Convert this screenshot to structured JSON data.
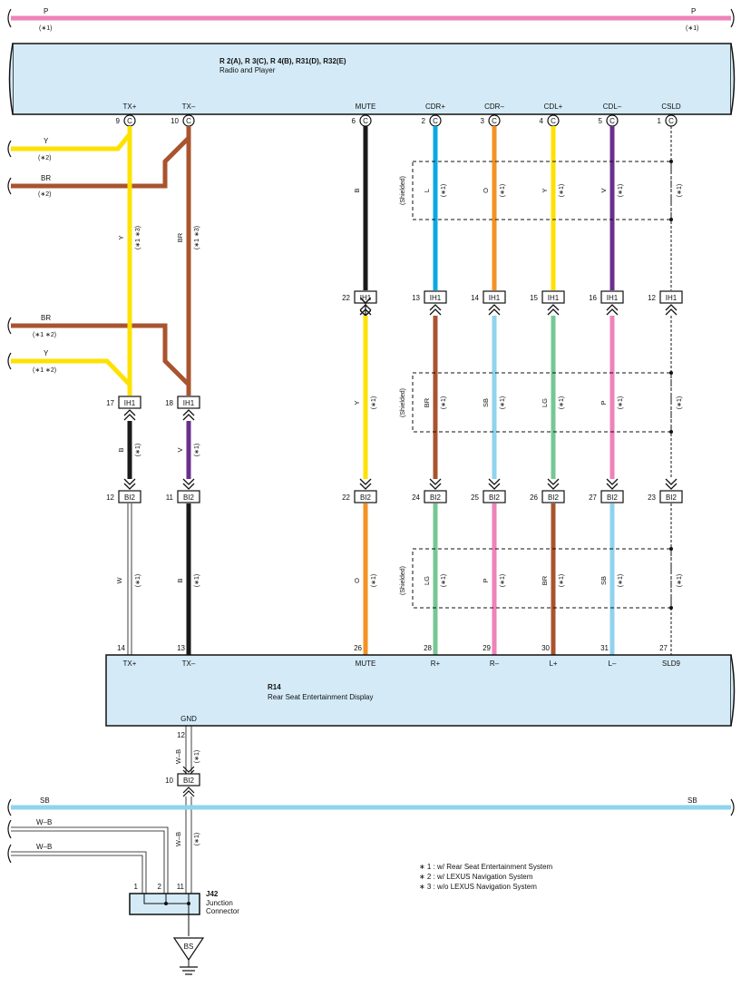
{
  "top_wire": {
    "color_label": "P",
    "note": "(∗1)"
  },
  "radio": {
    "connector_ids": "R 2(A), R 3(C), R 4(B), R31(D), R32(E)",
    "name": "Radio and Player",
    "terminals": [
      {
        "num": "9",
        "conn": "C",
        "label": "TX+"
      },
      {
        "num": "10",
        "conn": "C",
        "label": "TX–"
      },
      {
        "num": "6",
        "conn": "C",
        "label": "MUTE"
      },
      {
        "num": "2",
        "conn": "C",
        "label": "CDR+"
      },
      {
        "num": "3",
        "conn": "C",
        "label": "CDR–"
      },
      {
        "num": "4",
        "conn": "C",
        "label": "CDL+"
      },
      {
        "num": "5",
        "conn": "C",
        "label": "CDL–"
      },
      {
        "num": "1",
        "conn": "C",
        "label": "CSLD"
      }
    ]
  },
  "left_wires": {
    "y1": {
      "color": "Y",
      "note": "(∗2)"
    },
    "br1": {
      "color": "BR",
      "note": "(∗2)"
    },
    "br2": {
      "color": "BR",
      "note": "(∗1 ∗2)"
    },
    "y2": {
      "color": "Y",
      "note": "(∗1 ∗2)"
    },
    "tx_plus_upper": {
      "color": "Y",
      "note": "(∗1 ∗3)"
    },
    "tx_minus_upper": {
      "color": "BR",
      "note": "(∗1 ∗3)"
    }
  },
  "upper_wires": [
    {
      "color": "B",
      "note": ""
    },
    {
      "color": "L",
      "note": "(∗1)"
    },
    {
      "color": "O",
      "note": "(∗1)"
    },
    {
      "color": "Y",
      "note": "(∗1)"
    },
    {
      "color": "V",
      "note": "(∗1)"
    },
    {
      "color": "",
      "note": "(∗1)"
    }
  ],
  "shielded_label": "(Shielded)",
  "ih1_row": [
    {
      "pin": "22",
      "code": "IH1"
    },
    {
      "pin": "13",
      "code": "IH1"
    },
    {
      "pin": "14",
      "code": "IH1"
    },
    {
      "pin": "15",
      "code": "IH1"
    },
    {
      "pin": "16",
      "code": "IH1"
    },
    {
      "pin": "12",
      "code": "IH1"
    }
  ],
  "ih1_left": [
    {
      "pin": "17",
      "code": "IH1"
    },
    {
      "pin": "18",
      "code": "IH1"
    }
  ],
  "mid_wires": [
    {
      "color": "Y",
      "note": "(∗1)"
    },
    {
      "color": "BR",
      "note": "(∗1)"
    },
    {
      "color": "SB",
      "note": "(∗1)"
    },
    {
      "color": "LG",
      "note": "(∗1)"
    },
    {
      "color": "P",
      "note": "(∗1)"
    },
    {
      "color": "",
      "note": "(∗1)"
    }
  ],
  "mid_left_wires": [
    {
      "color": "B",
      "note": "(∗1)"
    },
    {
      "color": "V",
      "note": "(∗1)"
    }
  ],
  "bi2_row": [
    {
      "pin": "12",
      "code": "BI2"
    },
    {
      "pin": "11",
      "code": "BI2"
    },
    {
      "pin": "22",
      "code": "BI2"
    },
    {
      "pin": "24",
      "code": "BI2"
    },
    {
      "pin": "25",
      "code": "BI2"
    },
    {
      "pin": "26",
      "code": "BI2"
    },
    {
      "pin": "27",
      "code": "BI2"
    },
    {
      "pin": "23",
      "code": "BI2"
    }
  ],
  "lower_wires": [
    {
      "color": "W",
      "note": "(∗1)"
    },
    {
      "color": "B",
      "note": "(∗1)"
    },
    {
      "color": "O",
      "note": "(∗1)"
    },
    {
      "color": "LG",
      "note": "(∗1)"
    },
    {
      "color": "P",
      "note": "(∗1)"
    },
    {
      "color": "BR",
      "note": "(∗1)"
    },
    {
      "color": "SB",
      "note": "(∗1)"
    },
    {
      "color": "",
      "note": "(∗1)"
    }
  ],
  "display": {
    "id": "R14",
    "name": "Rear Seat Entertainment Display",
    "gnd_label": "GND",
    "terminals": [
      {
        "num": "14",
        "label": "TX+"
      },
      {
        "num": "13",
        "label": "TX–"
      },
      {
        "num": "26",
        "label": "MUTE"
      },
      {
        "num": "28",
        "label": "R+"
      },
      {
        "num": "29",
        "label": "R–"
      },
      {
        "num": "30",
        "label": "L+"
      },
      {
        "num": "31",
        "label": "L–"
      },
      {
        "num": "27",
        "label": "SLD9"
      }
    ]
  },
  "gnd_path": {
    "pin_top": "12",
    "wire_upper": {
      "color": "W–B",
      "note": "(∗1)"
    },
    "bi2": {
      "pin": "10",
      "code": "BI2"
    },
    "wire_lower": {
      "color": "W–B",
      "note": "(∗1)"
    }
  },
  "sb_wire": {
    "color": "SB"
  },
  "wb_left": [
    "W–B",
    "W–B"
  ],
  "junction": {
    "pins": [
      "1",
      "2",
      "11"
    ],
    "id": "J42",
    "line1": "Junction",
    "line2": "Connector"
  },
  "ground_label": "BS",
  "footnotes": [
    "∗ 1 : w/ Rear Seat Entertainment System",
    "∗ 2 : w/ LEXUS Navigation System",
    "∗ 3 : w/o LEXUS Navigation System"
  ],
  "colors": {
    "pink": "#ee82b9",
    "yellow": "#fde200",
    "brown": "#a9542f",
    "black": "#1a1a1a",
    "blue": "#0aa9e6",
    "orange": "#f39223",
    "violet": "#6b2f8c",
    "sky": "#8fd3ee",
    "light_green": "#77c795",
    "box_fill": "#d4ebf7"
  }
}
